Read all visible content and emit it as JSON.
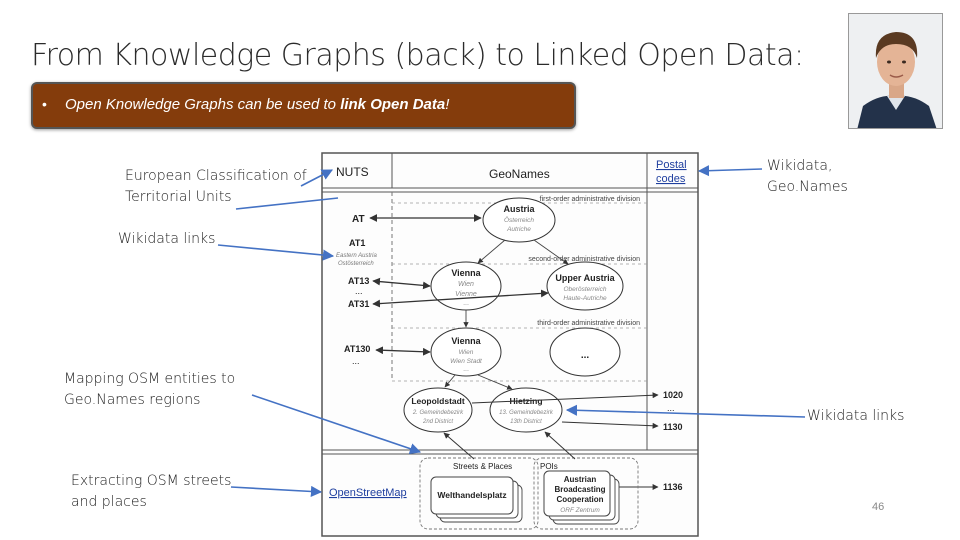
{
  "title": "From Knowledge Graphs (back) to Linked Open Data:",
  "banner": {
    "bullet": "•",
    "text_prefix": "Open Knowledge Graphs can be used to ",
    "text_bold": "link Open Data",
    "text_suffix": "!"
  },
  "annotations": {
    "nuts": [
      "European Classification of",
      "Territorial Units"
    ],
    "wikidata_links_left": "Wikidata links",
    "mapping": [
      "Mapping OSM entities to",
      "Geo.Names regions"
    ],
    "extracting": [
      "Extracting OSM streets",
      "and places"
    ],
    "wikidata_geonames": [
      "Wikidata,",
      "Geo.Names"
    ],
    "wikidata_links_right": "Wikidata links"
  },
  "page_number": "46",
  "diagram": {
    "nuts_header": "NUTS",
    "geonames_header": "GeoNames",
    "postal_header": [
      "Postal",
      "codes"
    ],
    "first_order": "first-order administrative division",
    "second_order": "second-order administrative division",
    "third_order": "third-order administrative division",
    "nuts_codes": {
      "at": "AT",
      "at1": "AT1",
      "at1_sub": [
        "Eastern Austria",
        "Ostösterreich"
      ],
      "at13": "AT13",
      "dots1": "...",
      "at31": "AT31",
      "at130": "AT130",
      "dots2": "..."
    },
    "nodes": {
      "austria": {
        "name": "Austria",
        "alt": [
          "Österreich",
          "Autriche"
        ]
      },
      "vienna1": {
        "name": "Vienna",
        "alt": [
          "Wien",
          "Vienne",
          "..."
        ]
      },
      "upper_austria": {
        "name": "Upper Austria",
        "alt": [
          "Oberösterreich",
          "Haute-Autriche"
        ]
      },
      "vienna2": {
        "name": "Vienna",
        "alt": [
          "Wien",
          "Wien Stadt",
          "..."
        ]
      },
      "dots": {
        "name": "..."
      },
      "leopoldstadt": {
        "name": "Leopoldstadt",
        "alt": [
          "2. Gemeindebezirk",
          "2nd District"
        ]
      },
      "hietzing": {
        "name": "Hietzing",
        "alt": [
          "13. Gemeindebezirk",
          "13th District"
        ]
      }
    },
    "postal": {
      "p1020": "1020",
      "pdots": "...",
      "p1130": "1130",
      "p1136": "1136"
    },
    "osm": {
      "label": "OpenStreetMap",
      "streets_places": "Streets & Places",
      "pois": "POIs",
      "welthandelsplatz": "Welthandelsplatz",
      "poi_name": [
        "Austrian",
        "Broadcasting",
        "Cooperation"
      ],
      "poi_alt": "ORF Zentrum"
    }
  },
  "colors": {
    "banner_bg": "#843c0c",
    "arrow": "#4472c4"
  }
}
